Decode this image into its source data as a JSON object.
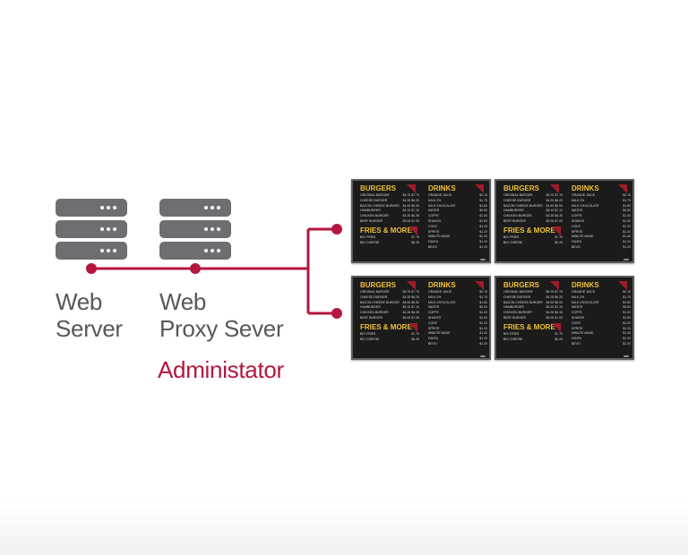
{
  "colors": {
    "accent": "#b5163f",
    "server_gray": "#6d6e71",
    "label_gray": "#575757"
  },
  "nodes": {
    "web_server": {
      "line1": "Web",
      "line2": "Server",
      "icon": "server-icon"
    },
    "web_proxy": {
      "line1": "Web",
      "line2": "Proxy Sever",
      "icon": "server-icon"
    },
    "administrator": "Administator"
  },
  "menu": {
    "burgers_title": "BURGERS",
    "drinks_title": "DRINKS",
    "fries_title": "FRIES & MORE",
    "burgers": [
      {
        "name": "ORIGINAL BURGER",
        "price": "$5.75 $7.75"
      },
      {
        "name": "CHEESE BURGER",
        "price": "$4.25 $6.25"
      },
      {
        "name": "BACON CHEESE BURGER",
        "price": "$4.50 $6.50"
      },
      {
        "name": "HAMBURGER",
        "price": "$5.10 $7.10"
      },
      {
        "name": "CHICKEN BURGER",
        "price": "$4.35 $6.35"
      },
      {
        "name": "BEEF BURGER",
        "price": "$5.05 $7.05"
      }
    ],
    "fries": [
      {
        "name": "BIG FRIES",
        "price": "$7.75"
      },
      {
        "name": "BIG CHEESE",
        "price": "$6.25"
      }
    ],
    "drinks": [
      {
        "name": "ORANGE JUICE",
        "price": "$2.15"
      },
      {
        "name": "MILK 2%",
        "price": "$1.75"
      },
      {
        "name": "MILK CHOCOLATE",
        "price": "$1.80"
      },
      {
        "name": "WATER",
        "price": "$0.50"
      },
      {
        "name": "COFFE",
        "price": "$1.00"
      },
      {
        "name": "SHAKES",
        "price": "$1.50"
      },
      {
        "name": "COKE",
        "price": "$1.20"
      },
      {
        "name": "SPRITE",
        "price": "$1.20"
      },
      {
        "name": "MINUTE MADE",
        "price": "$1.40"
      },
      {
        "name": "FANTA",
        "price": "$1.20"
      },
      {
        "name": "BEVO",
        "price": "$1.20"
      }
    ]
  }
}
